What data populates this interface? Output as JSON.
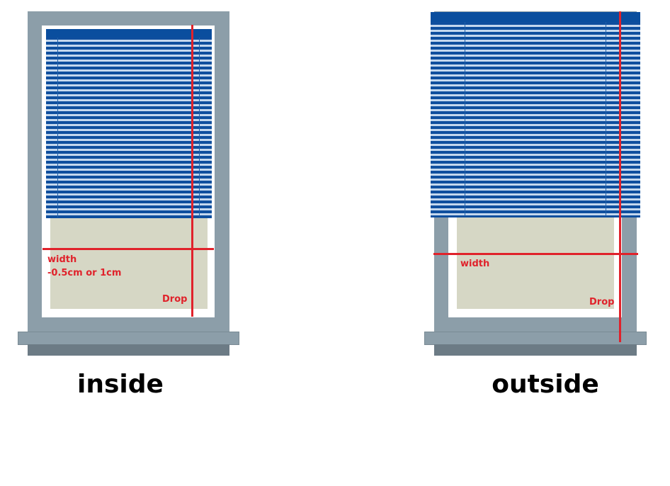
{
  "diagrams": [
    {
      "id": "inside",
      "caption": "inside",
      "width_label": "width",
      "width_note": "-0.5cm or 1cm",
      "drop_label": "Drop"
    },
    {
      "id": "outside",
      "caption": "outside",
      "width_label": "width",
      "drop_label": "Drop"
    }
  ],
  "colors": {
    "frame": "#8c9ea9",
    "blind_slat": "#0f4f9e",
    "blind_gap": "#c4d8ee",
    "view": "#d6d7c5",
    "measure_line": "#e0222b",
    "sill_base": "#6c7b85"
  }
}
